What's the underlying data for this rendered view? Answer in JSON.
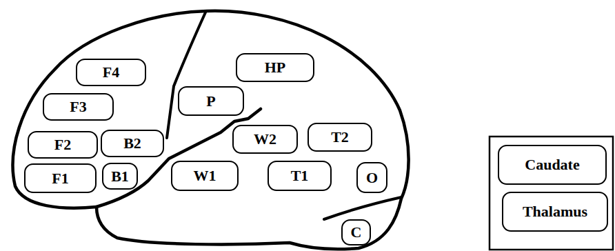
{
  "diagram": {
    "nodes": [
      {
        "text": [
          "F4"
        ]
      },
      {
        "text": [
          "HP"
        ]
      },
      {
        "text": [
          "F3"
        ]
      },
      {
        "text": [
          "P"
        ]
      },
      {
        "text": [
          "F2"
        ]
      },
      {
        "text": [
          "B2"
        ]
      },
      {
        "text": [
          "W2"
        ]
      },
      {
        "text": [
          "T2"
        ]
      },
      {
        "text": [
          "F1"
        ]
      },
      {
        "text": [
          "B1"
        ]
      },
      {
        "text": [
          "W1"
        ]
      },
      {
        "text": [
          "T1"
        ]
      },
      {
        "text": [
          "O"
        ]
      },
      {
        "text": [
          "C"
        ]
      },
      {
        "text": [
          "Caudate"
        ]
      },
      {
        "text": [
          "Thalamus"
        ]
      }
    ]
  }
}
